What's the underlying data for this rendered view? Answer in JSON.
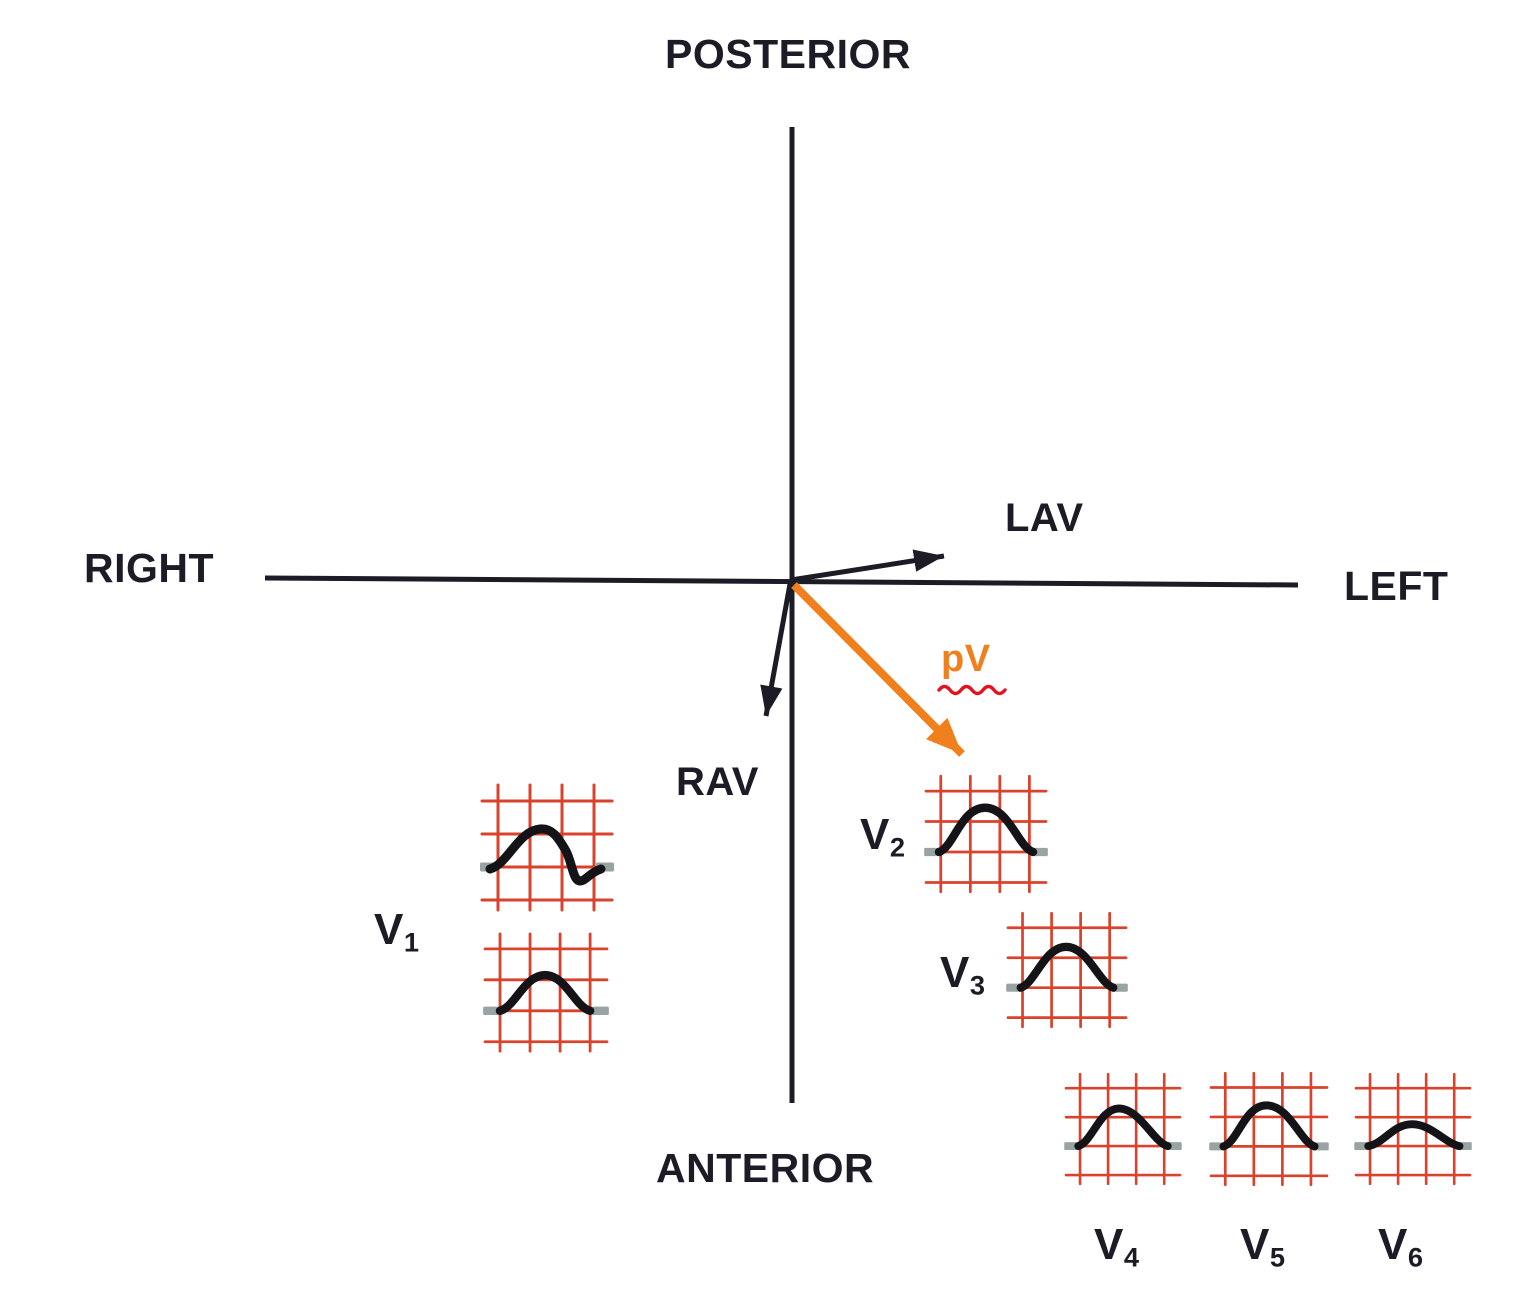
{
  "labels": {
    "posterior": "POSTERIOR",
    "anterior": "ANTERIOR",
    "right": "RIGHT",
    "left": "LEFT"
  },
  "vectors": {
    "lav": {
      "label": "LAV",
      "color": "#1c1c26"
    },
    "rav": {
      "label": "RAV",
      "color": "#1c1c26"
    },
    "pv": {
      "label": "pV",
      "color": "#f0801e",
      "underline": "red-wavy"
    }
  },
  "leads": [
    {
      "letter": "V",
      "sub": "1",
      "waveforms": [
        "dome-with-terminal-s-dip",
        "positive-dome"
      ]
    },
    {
      "letter": "V",
      "sub": "2",
      "waveforms": [
        "positive-dome"
      ]
    },
    {
      "letter": "V",
      "sub": "3",
      "waveforms": [
        "positive-dome"
      ]
    },
    {
      "letter": "V",
      "sub": "4",
      "waveforms": [
        "positive-dome"
      ]
    },
    {
      "letter": "V",
      "sub": "5",
      "waveforms": [
        "positive-dome"
      ]
    },
    {
      "letter": "V",
      "sub": "6",
      "waveforms": [
        "low-positive-dome"
      ]
    }
  ],
  "icons": {
    "ecg_thumbnail": "red-grid-ecg-complex",
    "arrowhead": "filled-triangle"
  },
  "colors": {
    "ink": "#1c1c26",
    "grid-red": "#d9432c",
    "cap-gray": "#9aa3a4",
    "orange": "#f0801e",
    "squiggle-red": "#e6101e",
    "bg": "#ffffff"
  }
}
